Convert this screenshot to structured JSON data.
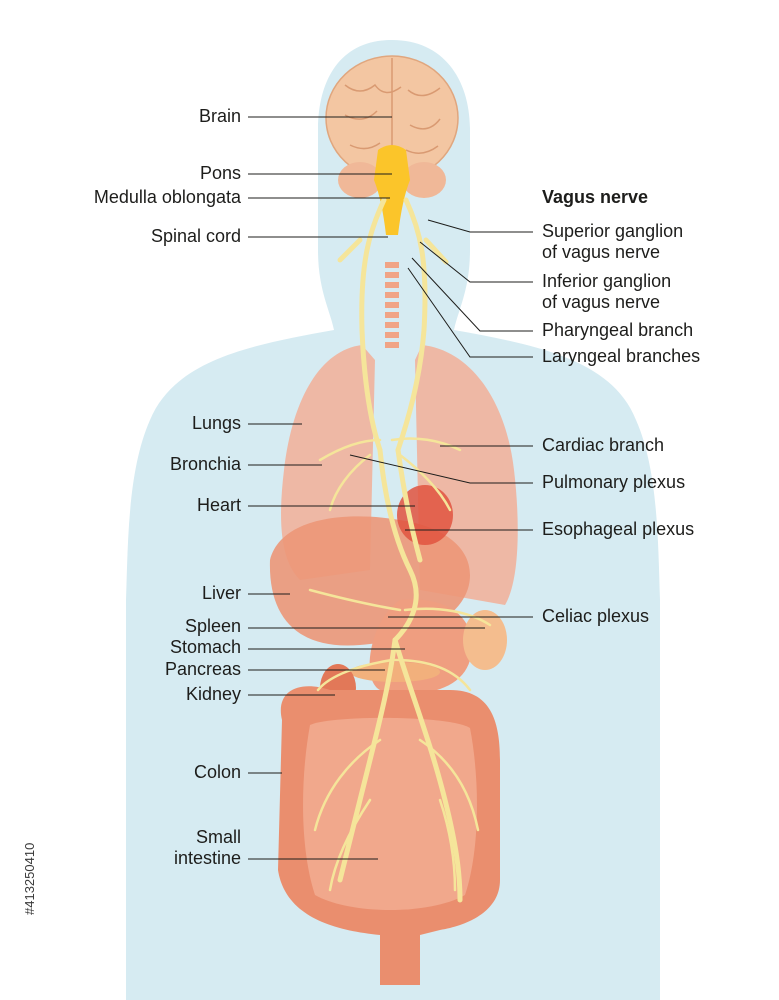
{
  "heading": "Vagus nerve",
  "left_labels": [
    {
      "id": "brain",
      "text": "Brain"
    },
    {
      "id": "pons",
      "text": "Pons"
    },
    {
      "id": "medulla",
      "text": "Medulla oblongata"
    },
    {
      "id": "spinal-cord",
      "text": "Spinal cord"
    },
    {
      "id": "lungs",
      "text": "Lungs"
    },
    {
      "id": "bronchia",
      "text": "Bronchia"
    },
    {
      "id": "heart",
      "text": "Heart"
    },
    {
      "id": "liver",
      "text": "Liver"
    },
    {
      "id": "spleen",
      "text": "Spleen"
    },
    {
      "id": "stomach",
      "text": "Stomach"
    },
    {
      "id": "pancreas",
      "text": "Pancreas"
    },
    {
      "id": "kidney",
      "text": "Kidney"
    },
    {
      "id": "colon",
      "text": "Colon"
    },
    {
      "id": "small-intestine",
      "lines": [
        "Small",
        "intestine"
      ]
    }
  ],
  "right_labels": [
    {
      "id": "superior-ganglion",
      "lines": [
        "Superior ganglion",
        "of vagus nerve"
      ]
    },
    {
      "id": "inferior-ganglion",
      "lines": [
        "Inferior ganglion",
        "of vagus nerve"
      ]
    },
    {
      "id": "pharyngeal-branch",
      "text": "Pharyngeal branch"
    },
    {
      "id": "laryngeal-branches",
      "text": "Laryngeal branches"
    },
    {
      "id": "cardiac-branch",
      "text": "Cardiac branch"
    },
    {
      "id": "pulmonary-plexus",
      "text": "Pulmonary plexus"
    },
    {
      "id": "esophageal-plexus",
      "text": "Esophageal plexus"
    },
    {
      "id": "celiac-plexus",
      "text": "Celiac plexus"
    }
  ],
  "stock_id": "#413250410",
  "colors": {
    "silhouette": "#d6ebf2",
    "brain": "#f3c6a2",
    "brainstem": "#fbc52a",
    "nerve": "#f5e59a",
    "organ": "#ee9a7a",
    "heart": "#e0533f",
    "line": "#1d1d1b"
  }
}
